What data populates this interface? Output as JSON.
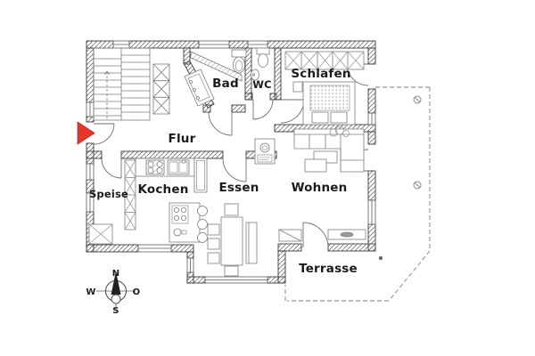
{
  "plan": {
    "rooms": {
      "schlafen": "Schlafen",
      "bad": "Bad",
      "wc": "WC",
      "flur": "Flur",
      "speise": "Speise",
      "kochen": "Kochen",
      "essen": "Essen",
      "wohnen": "Wohnen",
      "terrasse": "Terrasse"
    },
    "compass": {
      "north": "N",
      "east": "O",
      "south": "S",
      "west": "W"
    },
    "colors": {
      "entrance_arrow": "#e5362b",
      "wall_line": "#3a3a3a",
      "furniture_line": "#808080",
      "background": "#ffffff"
    },
    "icons": {
      "entrance_marker": "red-right-arrow",
      "compass": "compass-rose"
    }
  }
}
